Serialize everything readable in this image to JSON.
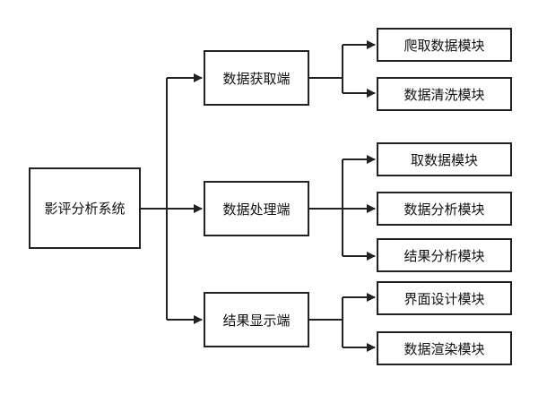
{
  "root": {
    "label": "影评分析系统"
  },
  "branches": [
    {
      "label": "数据获取端",
      "children": [
        "爬取数据模块",
        "数据清洗模块"
      ]
    },
    {
      "label": "数据处理端",
      "children": [
        "取数据模块",
        "数据分析模块",
        "结果分析模块"
      ]
    },
    {
      "label": "结果显示端",
      "children": [
        "界面设计模块",
        "数据渲染模块"
      ]
    }
  ],
  "colors": {
    "line": "#222222",
    "border": "#222222",
    "text": "#111111",
    "background": "#ffffff"
  }
}
